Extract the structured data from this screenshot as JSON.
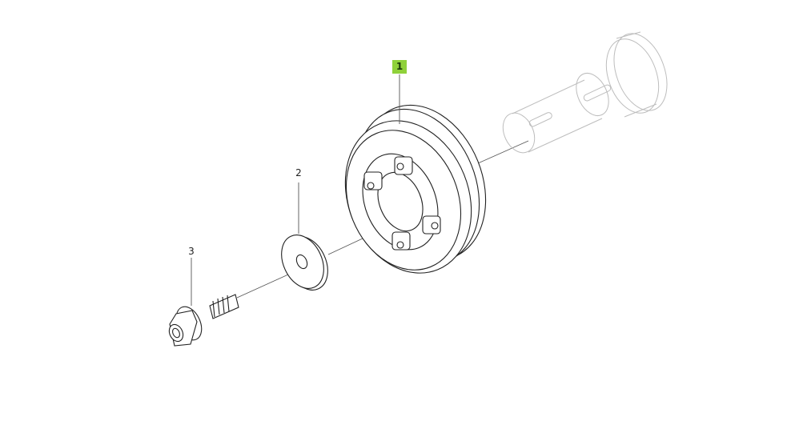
{
  "diagram": {
    "type": "exploded-parts-view",
    "highlight_color": "#8fd13a",
    "line_color": "#222222",
    "ghost_color": "#bbbbbb",
    "callouts": [
      {
        "label": "1",
        "part": "pulley",
        "highlighted": true
      },
      {
        "label": "2",
        "part": "washer",
        "highlighted": false
      },
      {
        "label": "3",
        "part": "bolt",
        "highlighted": false
      }
    ]
  }
}
